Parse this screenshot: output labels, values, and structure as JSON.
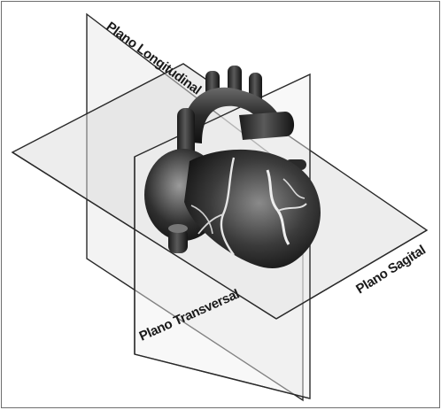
{
  "planes": {
    "longitudinal": "Plano Longitudinal",
    "transversal": "Plano Transversal",
    "sagital": "Plano Sagital"
  }
}
